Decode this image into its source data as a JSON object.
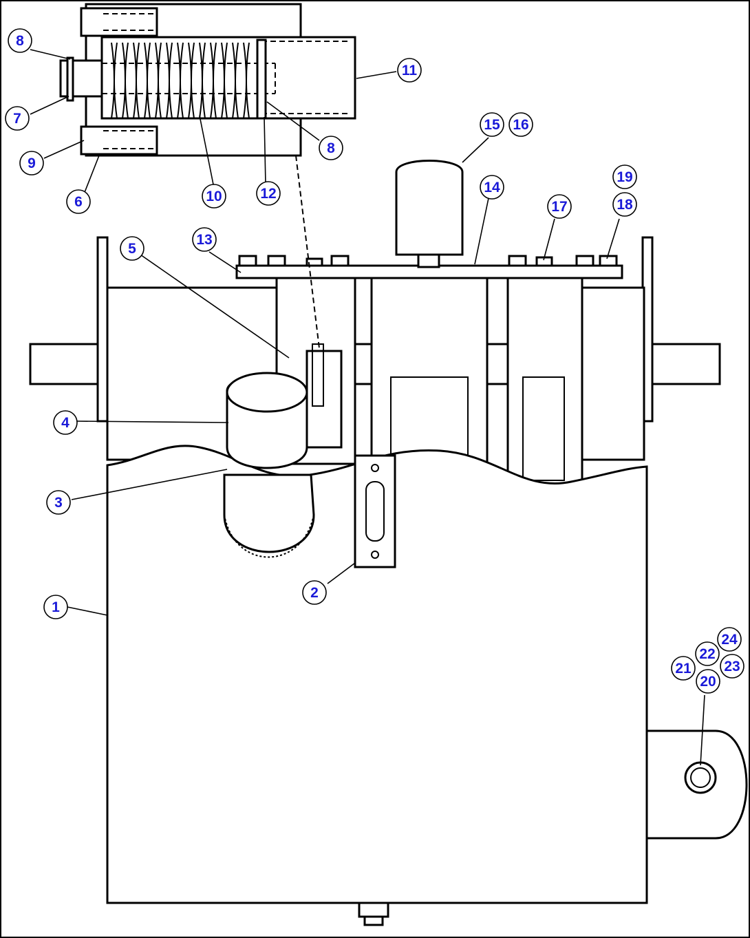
{
  "diagram": {
    "callouts": [
      {
        "id": "c1",
        "label": "1"
      },
      {
        "id": "c2",
        "label": "2"
      },
      {
        "id": "c3",
        "label": "3"
      },
      {
        "id": "c4",
        "label": "4"
      },
      {
        "id": "c5",
        "label": "5"
      },
      {
        "id": "c6",
        "label": "6"
      },
      {
        "id": "c7",
        "label": "7"
      },
      {
        "id": "c8a",
        "label": "8"
      },
      {
        "id": "c8b",
        "label": "8"
      },
      {
        "id": "c9",
        "label": "9"
      },
      {
        "id": "c10",
        "label": "10"
      },
      {
        "id": "c11",
        "label": "11"
      },
      {
        "id": "c12",
        "label": "12"
      },
      {
        "id": "c13",
        "label": "13"
      },
      {
        "id": "c14",
        "label": "14"
      },
      {
        "id": "c15",
        "label": "15"
      },
      {
        "id": "c16",
        "label": "16"
      },
      {
        "id": "c17",
        "label": "17"
      },
      {
        "id": "c18",
        "label": "18"
      },
      {
        "id": "c19",
        "label": "19"
      },
      {
        "id": "c20",
        "label": "20"
      },
      {
        "id": "c21",
        "label": "21"
      },
      {
        "id": "c22",
        "label": "22"
      },
      {
        "id": "c23",
        "label": "23"
      },
      {
        "id": "c24",
        "label": "24"
      }
    ]
  }
}
